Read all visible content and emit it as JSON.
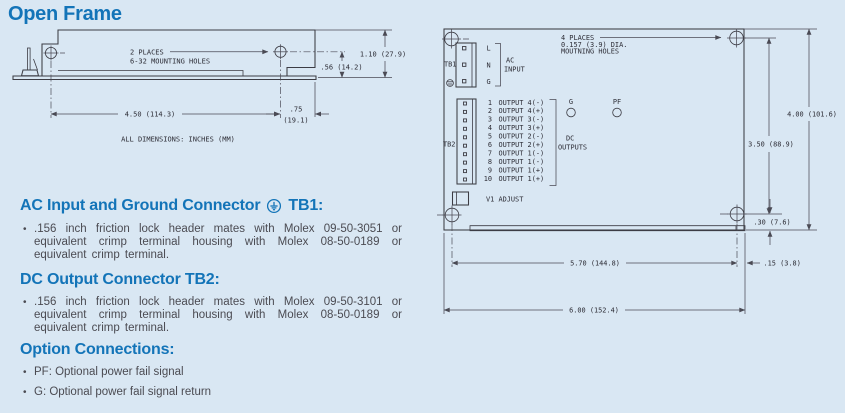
{
  "title": "Open Frame",
  "colors": {
    "accent": "#1374b8",
    "background": "#d9e7f3",
    "line": "#3c3c44",
    "text": "#4b4b52"
  },
  "side_view": {
    "mounting_note": [
      "2 PLACES",
      "6-32 MOUNTING HOLES"
    ],
    "dims": {
      "height": "1.10 (27.9)",
      "hole_height": ".56 (14.2)",
      "length": "4.50 (114.3)",
      "offset_top": ".75",
      "offset_bottom": "(19.1)"
    },
    "note": "ALL DIMENSIONS: INCHES (MM)"
  },
  "top_view": {
    "holes_note": [
      "4 PLACES",
      "0.157 (3.9) DIA.",
      "MOUTNING HOLES"
    ],
    "tb1": {
      "label": "TB1",
      "pins": [
        "L",
        "N",
        "G"
      ],
      "group": [
        "AC",
        "INPUT"
      ]
    },
    "tb2": {
      "label": "TB2",
      "rows": [
        [
          "1",
          "OUTPUT 4(-)"
        ],
        [
          "2",
          "OUTPUT 4(+)"
        ],
        [
          "3",
          "OUTPUT 3(-)"
        ],
        [
          "4",
          "OUTPUT 3(+)"
        ],
        [
          "5",
          "OUTPUT 2(-)"
        ],
        [
          "6",
          "OUTPUT 2(+)"
        ],
        [
          "7",
          "OUTPUT 1(-)"
        ],
        [
          "8",
          "OUTPUT 1(-)"
        ],
        [
          "9",
          "OUTPUT 1(+)"
        ],
        [
          "10",
          "OUTPUT 1(+)"
        ]
      ]
    },
    "signals": {
      "g": "G",
      "pf": "PF"
    },
    "dc_label": [
      "DC",
      "OUTPUTS"
    ],
    "adjust_label": "V1 ADJUST",
    "dims": {
      "inner_width": "5.70 (144.8)",
      "outer_width": "6.00 (152.4)",
      "outer_height": "4.00 (101.6)",
      "inner_height": "3.50 (88.9)",
      "hole_to_edge": ".30 (7.6)",
      "flange": ".15 (3.8)"
    }
  },
  "sections": [
    {
      "heading": "AC Input and Ground Connector",
      "suffix": "TB1:",
      "bullets": [
        ".156 inch friction lock header mates with Molex 09-50-3051 or equivalent crimp terminal housing with Molex 08-50-0189 or equivalent crimp terminal."
      ]
    },
    {
      "heading": "DC Output Connector TB2:",
      "suffix": "",
      "bullets": [
        ".156 inch friction lock header mates with Molex 09-50-3101 or equivalent crimp terminal housing with Molex 08-50-0189 or equivalent crimp terminal."
      ]
    },
    {
      "heading": "Option Connections:",
      "suffix": "",
      "bullets": [
        "PF: Optional power fail signal",
        "G: Optional power fail signal return"
      ]
    }
  ]
}
